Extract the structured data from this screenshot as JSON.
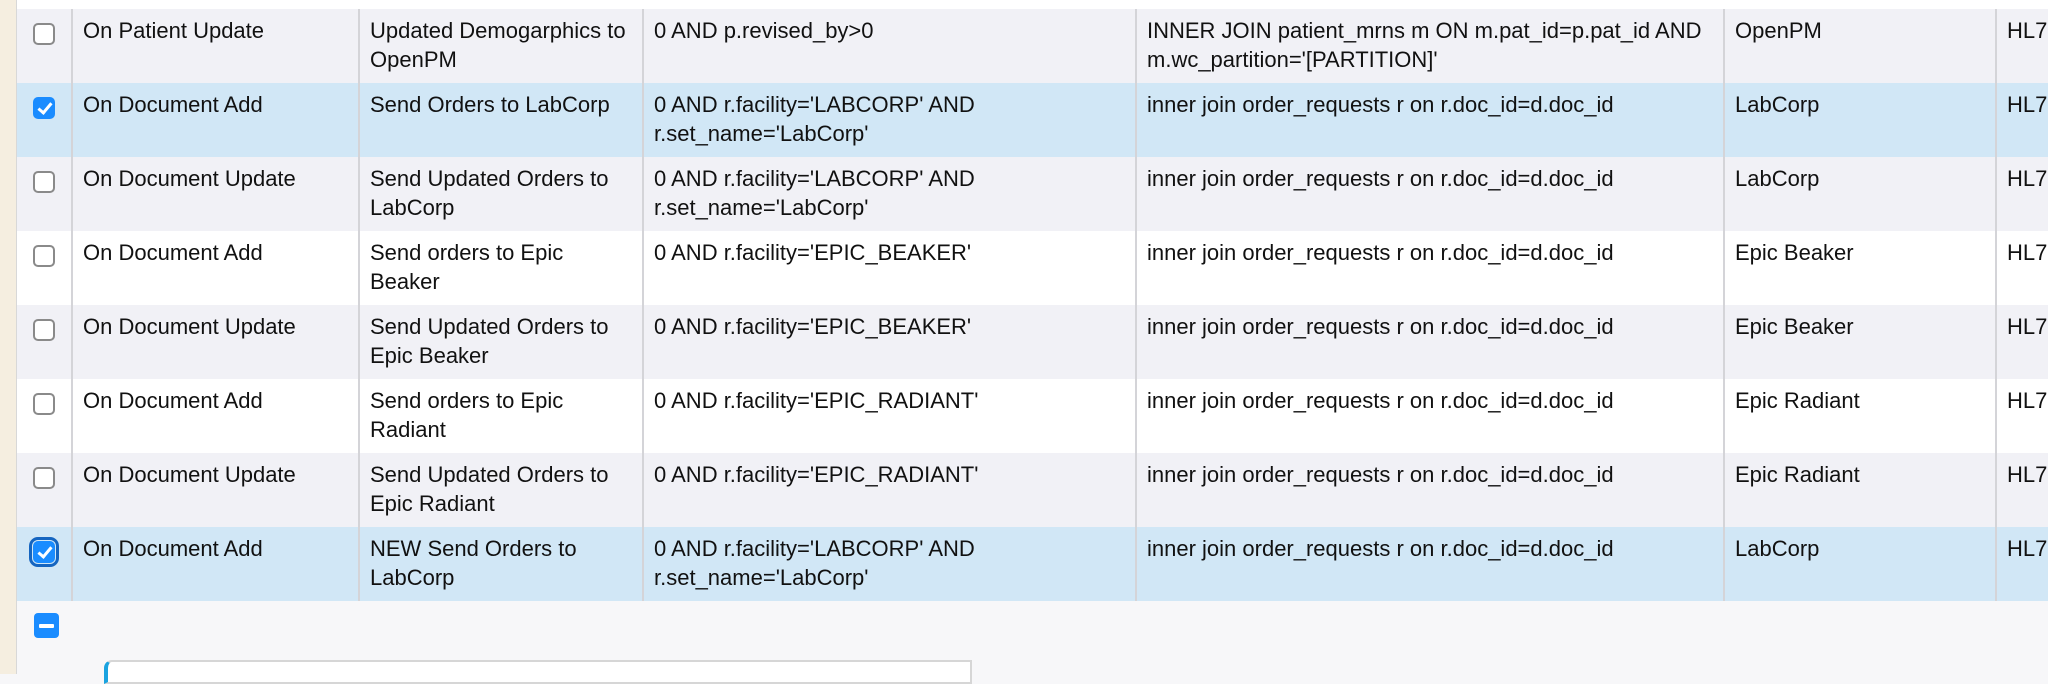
{
  "rows": [
    {
      "checked": false,
      "trigger": "On Patient Update",
      "name": "Updated Demogarphics to OpenPM",
      "condition": "0 AND p.revised_by>0",
      "join": "INNER JOIN patient_mrns m ON m.pat_id=p.pat_id AND m.wc_partition='[PARTITION]'",
      "destination": "OpenPM",
      "format": "HL7"
    },
    {
      "checked": true,
      "trigger": "On Document Add",
      "name": "Send Orders to LabCorp",
      "condition": "0 AND r.facility='LABCORP' AND r.set_name='LabCorp'",
      "join": "inner join order_requests r on r.doc_id=d.doc_id",
      "destination": "LabCorp",
      "format": "HL7"
    },
    {
      "checked": false,
      "trigger": "On Document Update",
      "name": "Send Updated Orders to LabCorp",
      "condition": "0 AND r.facility='LABCORP' AND r.set_name='LabCorp'",
      "join": "inner join order_requests r on r.doc_id=d.doc_id",
      "destination": "LabCorp",
      "format": "HL7"
    },
    {
      "checked": false,
      "trigger": "On Document Add",
      "name": "Send orders to Epic Beaker",
      "condition": "0 AND r.facility='EPIC_BEAKER'",
      "join": "inner join order_requests r on r.doc_id=d.doc_id",
      "destination": "Epic Beaker",
      "format": "HL7"
    },
    {
      "checked": false,
      "trigger": "On Document Update",
      "name": "Send Updated Orders to Epic Beaker",
      "condition": "0 AND r.facility='EPIC_BEAKER'",
      "join": "inner join order_requests r on r.doc_id=d.doc_id",
      "destination": "Epic Beaker",
      "format": "HL7"
    },
    {
      "checked": false,
      "trigger": "On Document Add",
      "name": "Send orders to Epic Radiant",
      "condition": "0 AND r.facility='EPIC_RADIANT'",
      "join": "inner join order_requests r on r.doc_id=d.doc_id",
      "destination": "Epic Radiant",
      "format": "HL7"
    },
    {
      "checked": false,
      "trigger": "On Document Update",
      "name": "Send Updated Orders to Epic Radiant",
      "condition": "0 AND r.facility='EPIC_RADIANT'",
      "join": "inner join order_requests r on r.doc_id=d.doc_id",
      "destination": "Epic Radiant",
      "format": "HL7"
    },
    {
      "checked": true,
      "focused": true,
      "trigger": "On Document Add",
      "name": "NEW Send Orders to LabCorp",
      "condition": "0 AND r.facility='LABCORP' AND r.set_name='LabCorp'",
      "join": "inner join order_requests r on r.doc_id=d.doc_id",
      "destination": "LabCorp",
      "format": "HL7"
    }
  ],
  "colors": {
    "accent": "#1a8cff",
    "selected_row": "#d1e7f6",
    "alt_row": "#f1f1f6"
  },
  "controls": {
    "remove_icon": "minus-square-icon"
  }
}
